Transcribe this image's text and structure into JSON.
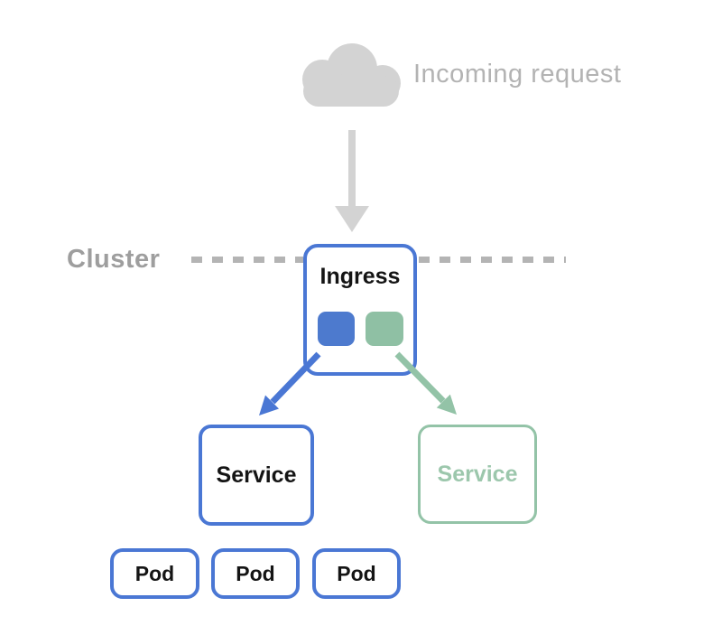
{
  "diagram": {
    "incoming_label": "Incoming request",
    "cluster_label": "Cluster",
    "ingress": {
      "label": "Ingress"
    },
    "services": [
      {
        "label": "Service",
        "variant": "blue"
      },
      {
        "label": "Service",
        "variant": "green"
      }
    ],
    "pods": [
      {
        "label": "Pod"
      },
      {
        "label": "Pod"
      },
      {
        "label": "Pod"
      }
    ]
  },
  "icons": {
    "cloud": "cloud-icon",
    "down_arrow": "down-arrow-icon",
    "blue_route": "arrow-to-blue-service-icon",
    "green_route": "arrow-to-green-service-icon"
  },
  "colors": {
    "blue": "#4a77d4",
    "blue_fill": "#4d7ace",
    "green": "#93c3a7",
    "green_fill": "#8fc0a4",
    "green_text": "#9cc7ac",
    "gray_shape": "#d3d3d3",
    "gray_dash": "#b4b4b4",
    "gray_text_light": "#b3b3b3",
    "gray_text_dark": "#9e9e9e",
    "text_dark": "#141414"
  }
}
